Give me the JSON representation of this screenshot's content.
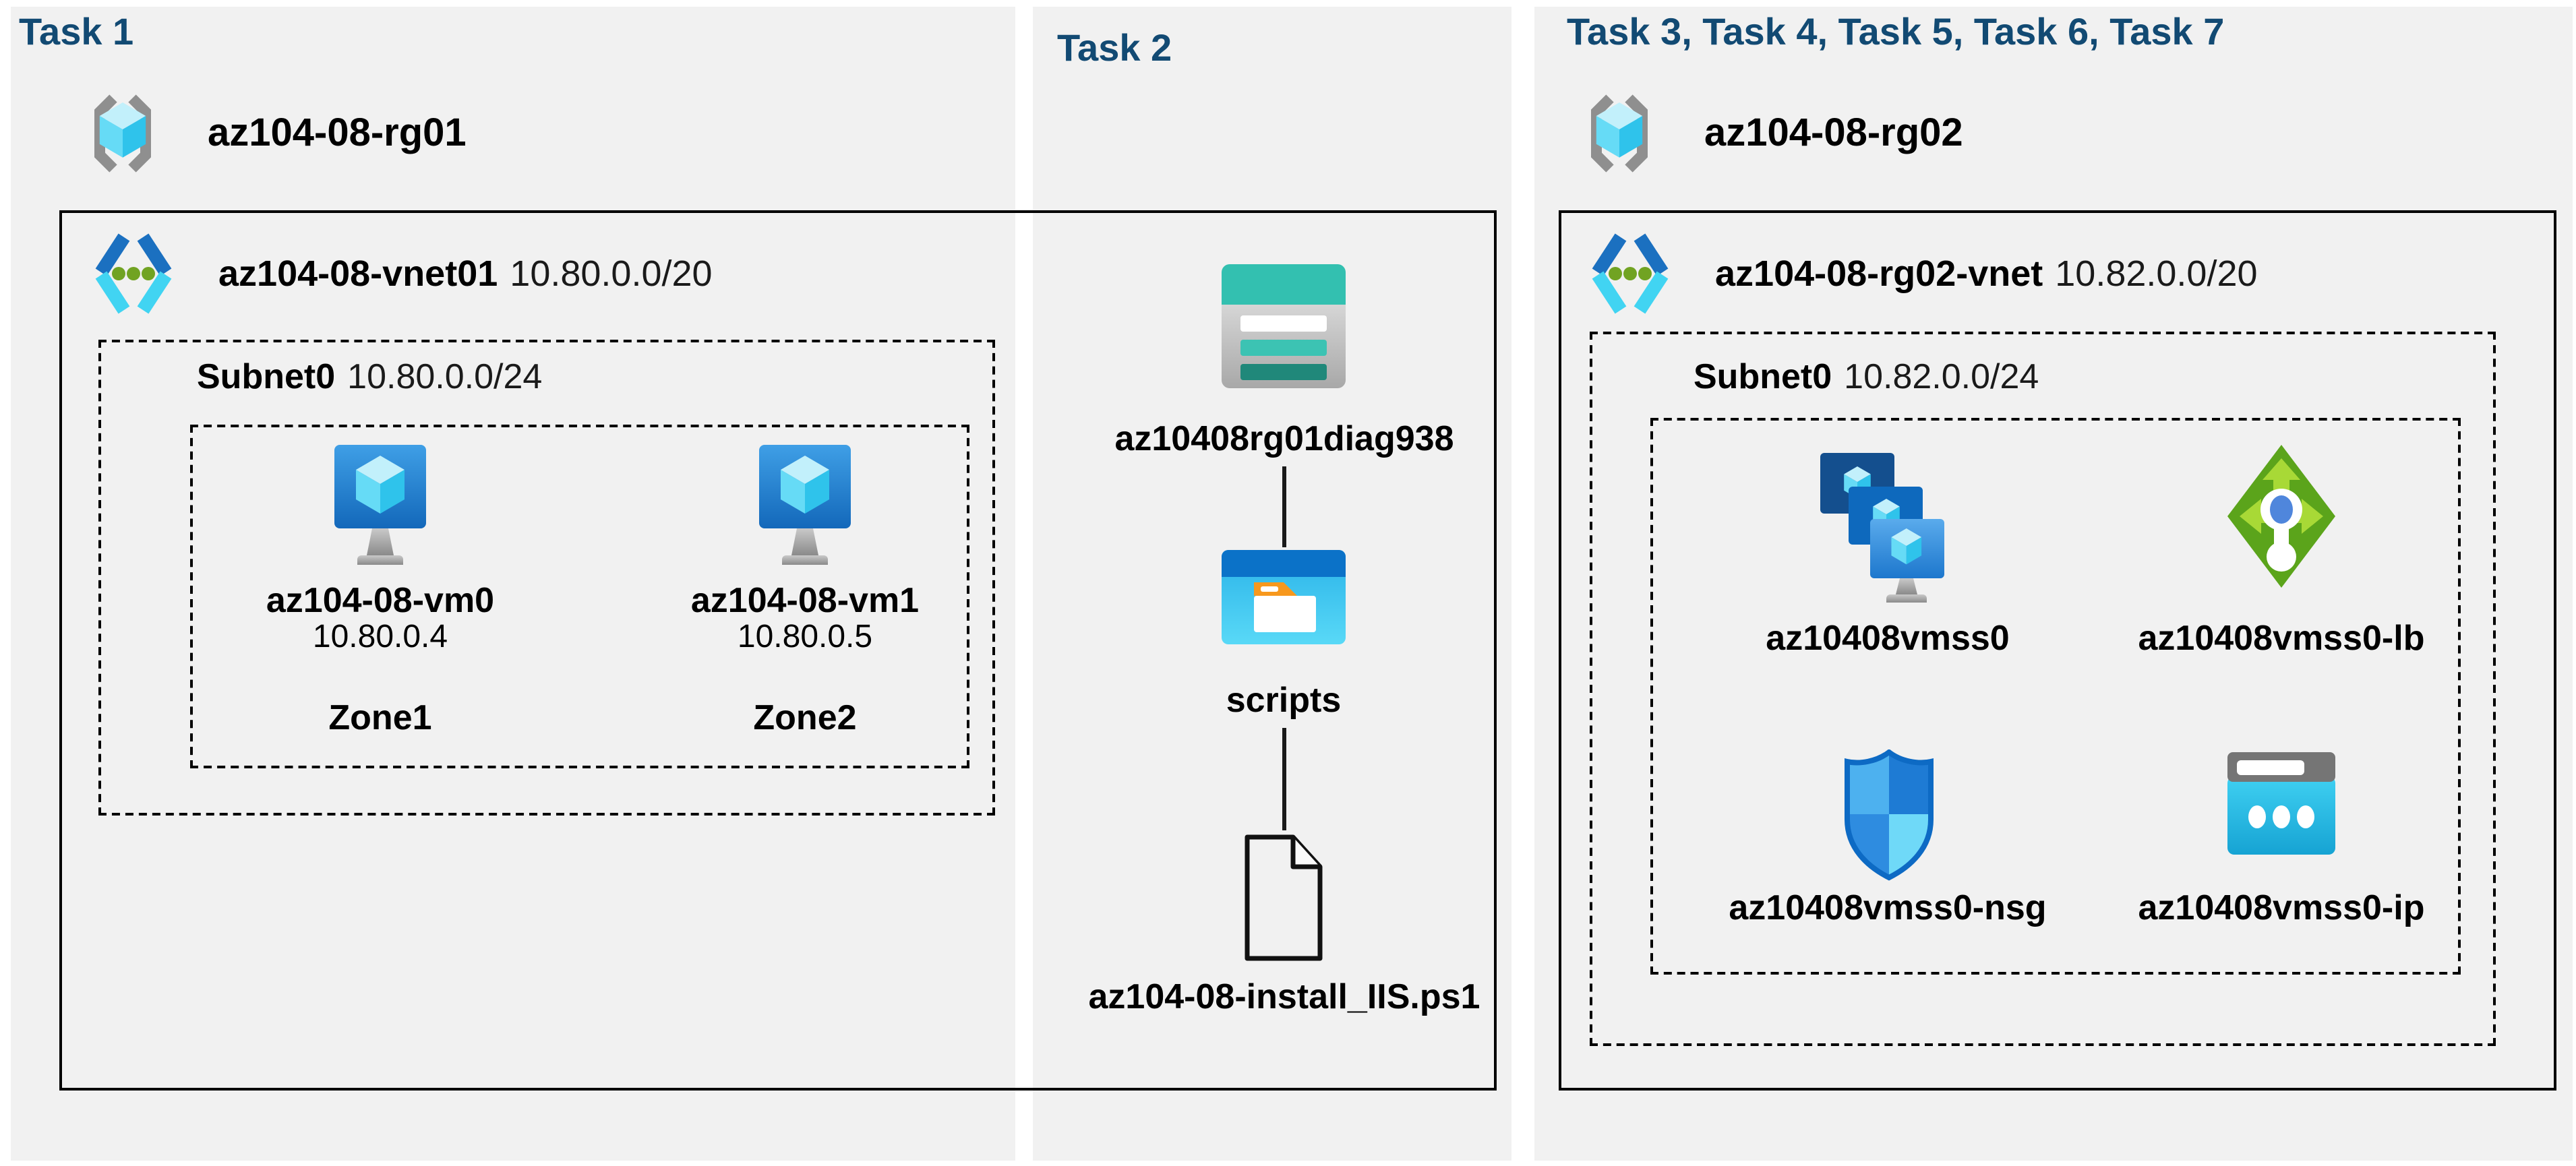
{
  "colors": {
    "task_title": "#124a73",
    "panel_bg": "#f1f1f1"
  },
  "panels": [
    {
      "title": "Task 1",
      "resource_group": "az104-08-rg01",
      "vnet_name": "az104-08-vnet01",
      "vnet_cidr": "10.80.0.0/20",
      "subnet_name": "Subnet0",
      "subnet_cidr": "10.80.0.0/24",
      "vms": [
        {
          "name": "az104-08-vm0",
          "ip": "10.80.0.4",
          "zone": "Zone1"
        },
        {
          "name": "az104-08-vm1",
          "ip": "10.80.0.5",
          "zone": "Zone2"
        }
      ]
    },
    {
      "title": "Task 2",
      "storage_account": "az10408rg01diag938",
      "container": "scripts",
      "script_file": "az104-08-install_IIS.ps1"
    },
    {
      "title": "Task 3, Task 4, Task 5, Task 6, Task 7",
      "resource_group": "az104-08-rg02",
      "vnet_name": "az104-08-rg02-vnet",
      "vnet_cidr": "10.82.0.0/20",
      "subnet_name": "Subnet0",
      "subnet_cidr": "10.82.0.0/24",
      "resources": [
        {
          "name": "az10408vmss0"
        },
        {
          "name": "az10408vmss0-lb"
        },
        {
          "name": "az10408vmss0-nsg"
        },
        {
          "name": "az10408vmss0-ip"
        }
      ]
    }
  ]
}
